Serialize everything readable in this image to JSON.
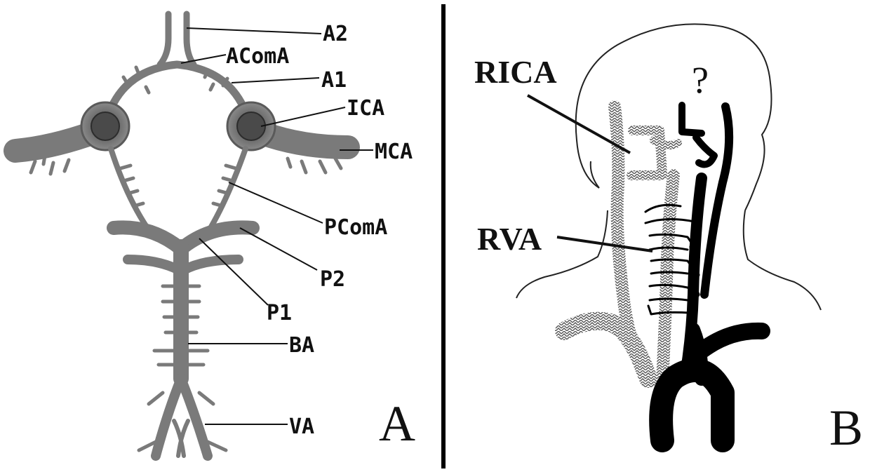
{
  "panel_a": {
    "letter": "A",
    "labels": {
      "a2": "A2",
      "acoma": "AComA",
      "a1": "A1",
      "ica": "ICA",
      "mca": "MCA",
      "pcoma": "PComA",
      "p2": "P2",
      "p1": "P1",
      "ba": "BA",
      "va": "VA"
    }
  },
  "panel_b": {
    "letter": "B",
    "labels": {
      "rica": "RICA",
      "rva": "RVA",
      "question": "?"
    }
  }
}
